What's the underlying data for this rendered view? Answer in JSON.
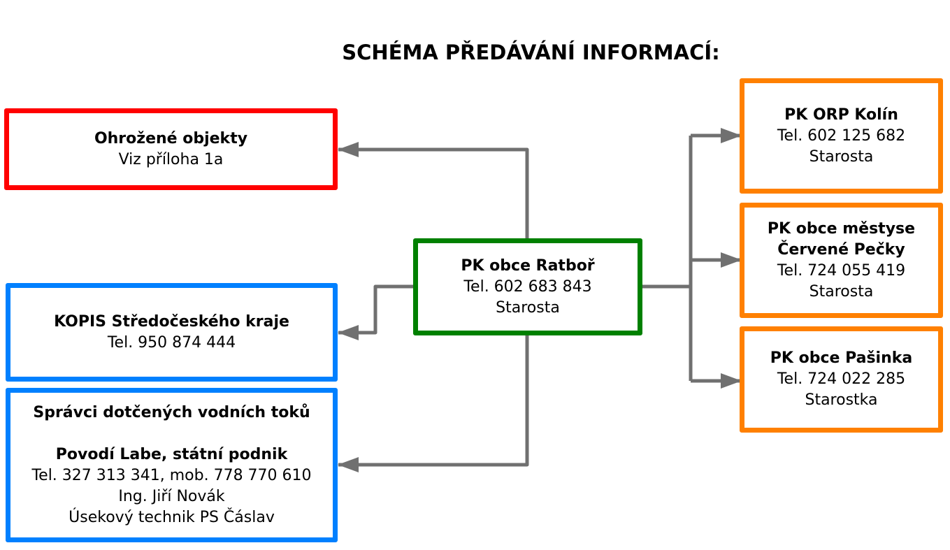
{
  "title": "SCHÉMA PŘEDÁVÁNÍ INFORMACÍ:",
  "colors": {
    "red": "#ff0000",
    "green": "#008000",
    "blue": "#0080ff",
    "orange": "#ff8000",
    "connector": "#707070"
  },
  "nodes": {
    "center": {
      "name": "PK obce Ratboř",
      "phone": "Tel. 602 683 843",
      "role": "Starosta"
    },
    "threatened": {
      "name": "Ohrožené objekty",
      "note": "Viz příloha 1a"
    },
    "kopis": {
      "name": "KOPIS Středočeského kraje",
      "phone": "Tel. 950 874 444"
    },
    "water": {
      "heading": "Správci dotčených vodních toků",
      "name": "Povodí Labe, státní podnik",
      "phone": "Tel. 327 313 341, mob. 778 770 610",
      "person": "Ing. Jiří Novák",
      "role": "Úsekový technik PS Čáslav"
    },
    "kolin": {
      "name": "PK ORP Kolín",
      "phone": "Tel. 602 125 682",
      "role": "Starosta"
    },
    "pecky": {
      "name_line1": "PK obce městyse",
      "name_line2": "Červené Pečky",
      "phone": "Tel. 724 055 419",
      "role": "Starosta"
    },
    "pasinka": {
      "name": "PK obce Pašinka",
      "phone": "Tel. 724 022 285",
      "role": "Starostka"
    }
  }
}
